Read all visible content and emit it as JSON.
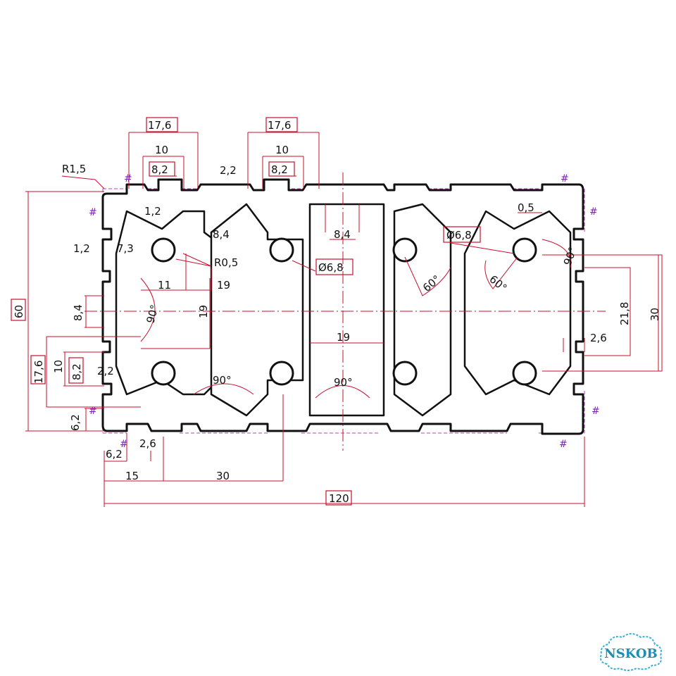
{
  "dimensions": {
    "overall_width": "120",
    "overall_height": "60",
    "slot_outer_left": "17,6",
    "slot_outer_mid": "17,6",
    "slot_inner_left": "10",
    "slot_inner_mid": "10",
    "slot_opening_left": "8,2",
    "slot_opening_mid": "8,2",
    "lip_thickness": "2,2",
    "lip_small": "1,2",
    "radius_corner": "R1,5",
    "radius_small": "R0,5",
    "web_left": "8,4",
    "web_mid": "8,4",
    "hole_left": "Ø6,8",
    "hole_right": "Ø6,8",
    "left_lip": "1,2",
    "left_depth": "7,3",
    "dist_11": "11",
    "dist_19_top": "19",
    "dist_19_vert": "19",
    "dist_19_mid": "19",
    "side_84": "8,4",
    "side_176": "17,6",
    "side_10": "10",
    "side_82": "8,2",
    "side_22": "2,2",
    "side_62_v": "6,2",
    "bottom_62": "6,2",
    "bottom_26": "2,6",
    "bottom_15": "15",
    "bottom_30": "30",
    "right_05": "0,5",
    "right_218": "21,8",
    "right_30": "30",
    "right_26": "2,6",
    "angle_90_left": "90°",
    "angle_90_bottom_left": "90°",
    "angle_90_bottom_mid": "90°",
    "angle_90_right": "90°",
    "angle_60_a": "60°",
    "angle_60_b": "60°"
  },
  "hash_marks": [
    "#",
    "#",
    "#",
    "#",
    "#",
    "#",
    "#",
    "#"
  ],
  "logo": {
    "text": "NSKOB"
  }
}
